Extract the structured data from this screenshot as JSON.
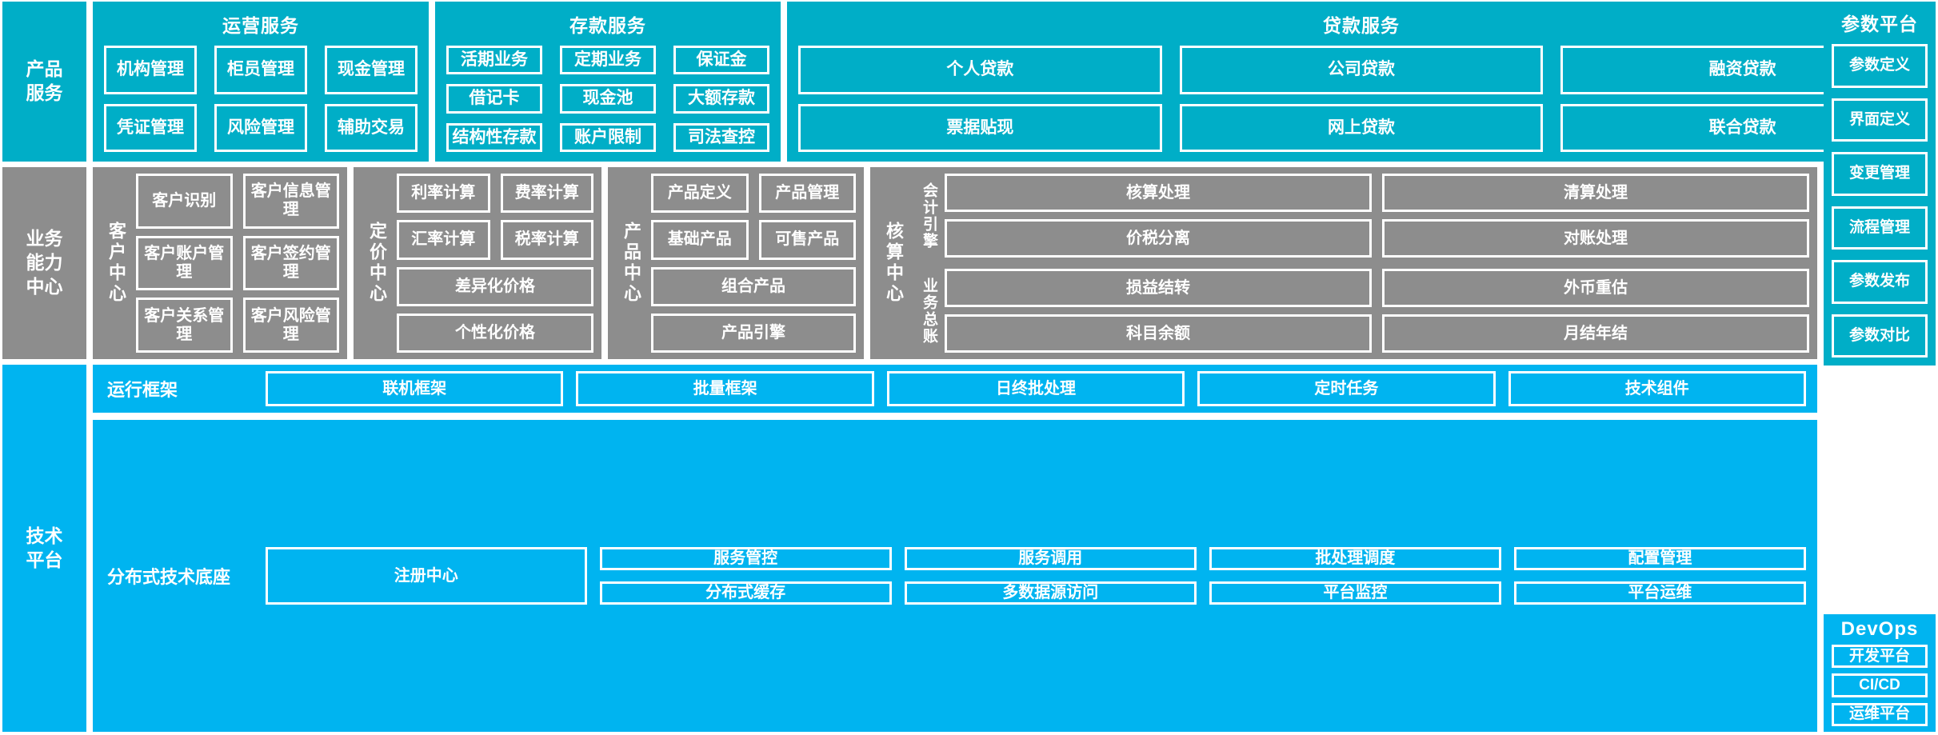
{
  "colors": {
    "teal": "#00AEC7",
    "gray": "#8D8D8D",
    "blue": "#00B4F0",
    "border": "#FFFFFF"
  },
  "layers": {
    "product_services": {
      "label": "产品\n服务",
      "label_line1": "产品",
      "label_line2": "服务",
      "panels": [
        {
          "title": "运营服务",
          "items": [
            "机构管理",
            "柜员管理",
            "现金管理",
            "凭证管理",
            "风险管理",
            "辅助交易"
          ]
        },
        {
          "title": "存款服务",
          "items": [
            "活期业务",
            "定期业务",
            "保证金",
            "借记卡",
            "现金池",
            "大额存款",
            "结构性存款",
            "账户限制",
            "司法查控"
          ]
        },
        {
          "title": "贷款服务",
          "items": [
            "个人贷款",
            "公司贷款",
            "融资贷款",
            "票据贴现",
            "网上贷款",
            "联合贷款"
          ]
        }
      ]
    },
    "business_capability": {
      "label_line1": "业务",
      "label_line2": "能力",
      "label_line3": "中心",
      "centers": [
        {
          "name": "客户中心",
          "rows": [
            [
              "客户识别",
              "客户信息管理"
            ],
            [
              "客户账户管理",
              "客户签约管理"
            ],
            [
              "客户关系管理",
              "客户风险管理"
            ]
          ]
        },
        {
          "name": "定价中心",
          "rows": [
            [
              "利率计算",
              "费率计算"
            ],
            [
              "汇率计算",
              "税率计算"
            ],
            [
              "差异化价格"
            ],
            [
              "个性化价格"
            ]
          ]
        },
        {
          "name": "产品中心",
          "rows": [
            [
              "产品定义",
              "产品管理"
            ],
            [
              "基础产品",
              "可售产品"
            ],
            [
              "组合产品"
            ],
            [
              "产品引擎"
            ]
          ]
        },
        {
          "name": "核算中心",
          "groups": [
            {
              "name": "会计引擎",
              "rows": [
                [
                  "核算处理",
                  "清算处理"
                ],
                [
                  "价税分离",
                  "对账处理"
                ]
              ]
            },
            {
              "name": "业务总账",
              "rows": [
                [
                  "损益结转",
                  "外币重估"
                ],
                [
                  "科目余额",
                  "月结年结"
                ]
              ]
            }
          ]
        }
      ]
    },
    "technical_platform": {
      "label_line1": "技术",
      "label_line2": "平台",
      "bands": [
        {
          "name": "运行框架",
          "items": [
            "联机框架",
            "批量框架",
            "日终批处理",
            "定时任务",
            "技术组件"
          ]
        },
        {
          "name": "分布式技术底座",
          "anchor": "注册中心",
          "row1": [
            "服务管控",
            "服务调用",
            "批处理调度",
            "配置管理"
          ],
          "row2": [
            "分布式缓存",
            "多数据源访问",
            "平台监控",
            "平台运维"
          ]
        }
      ]
    }
  },
  "right_rail": {
    "title": "参数平台",
    "items": [
      "参数定义",
      "界面定义",
      "变更管理",
      "流程管理",
      "参数发布",
      "参数对比"
    ]
  },
  "devops": {
    "title": "DevOps",
    "items": [
      "开发平台",
      "CI/CD",
      "运维平台"
    ]
  }
}
